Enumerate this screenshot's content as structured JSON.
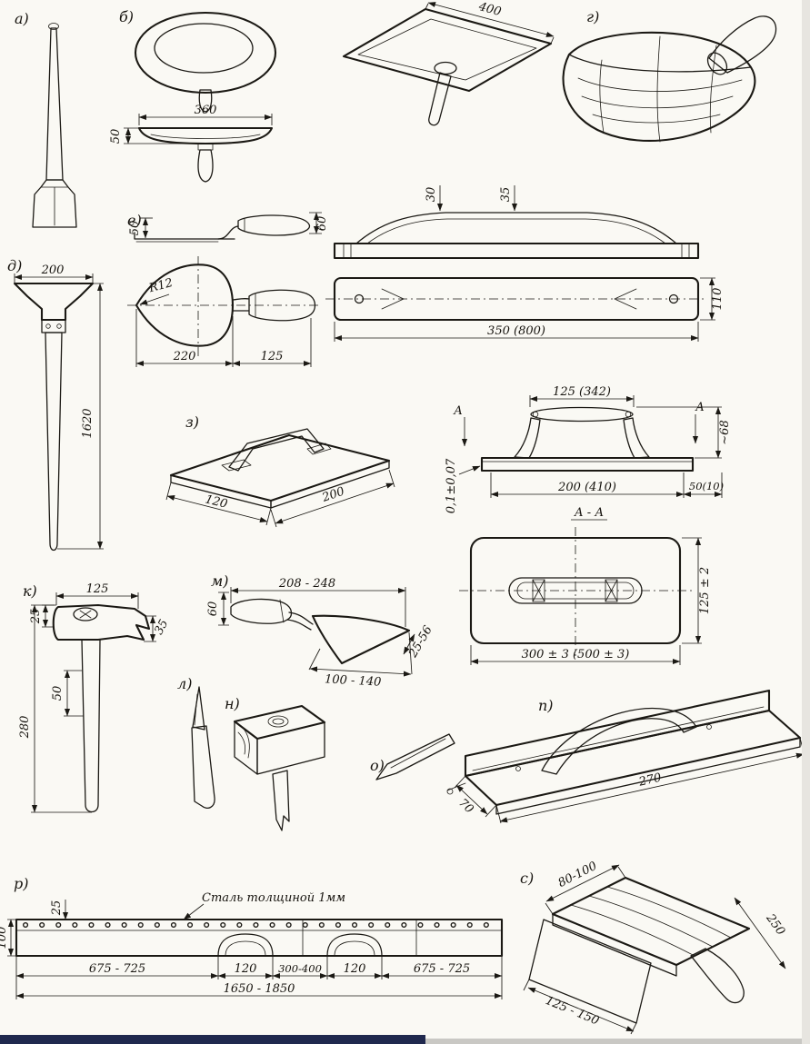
{
  "colors": {
    "paper": "#faf9f4",
    "ink": "#1b1914",
    "scan_strip_dark": "#20294e",
    "scan_strip_light": "#c9c8c4"
  },
  "labels": {
    "a": "а)",
    "b": "б)",
    "g": "г)",
    "d": "д)",
    "e": "е)",
    "z": "з)",
    "k": "к)",
    "l": "л)",
    "m": "м)",
    "n": "н)",
    "o": "о)",
    "p": "п)",
    "r": "р)",
    "s": "с)"
  },
  "hawk_square": {
    "width": "400"
  },
  "hawk_round": {
    "depth": "50",
    "diameter": "360"
  },
  "scraper": {
    "width": "200",
    "length": "1620"
  },
  "plaster_trowel": {
    "blade_drop": "50",
    "handle_height": "60",
    "tip_radius": "R12",
    "blade_length": "220",
    "handle_length": "125"
  },
  "float_long": {
    "pos1": "30",
    "pos2": "35",
    "width": "110",
    "length": "350 (800)"
  },
  "wood_float": {
    "width": "120",
    "length": "200"
  },
  "metal_float": {
    "handle_span": "125 (342)",
    "section_left": "А",
    "section_right": "А",
    "height": "~68",
    "base_length": "200 (410)",
    "base_offset": "50(10)",
    "flatness": "0,1±0,07",
    "section_title": "А - А",
    "plan_width": "125 ± 2",
    "plan_length": "300 ± 3 (500 ± 3)"
  },
  "hammer": {
    "head_length": "125",
    "head_top": "25",
    "face": "35",
    "grip": "50",
    "height": "280"
  },
  "brick_trowel": {
    "length": "208 - 248",
    "handle_width": "60",
    "tip_width": "25-56",
    "blade_length": "100 - 140"
  },
  "corner_float": {
    "length": "270",
    "width": "70"
  },
  "rule": {
    "strip": "25",
    "width": "100",
    "note": "Сталь толщиной 1мм",
    "segment_left": "675 - 725",
    "slot_left": "120",
    "middle": "300-400",
    "slot_right": "120",
    "segment_right": "675 - 725",
    "total": "1650 - 1850"
  },
  "brush": {
    "width": "80-100",
    "length": "250",
    "bristle_length": "125 - 150"
  }
}
